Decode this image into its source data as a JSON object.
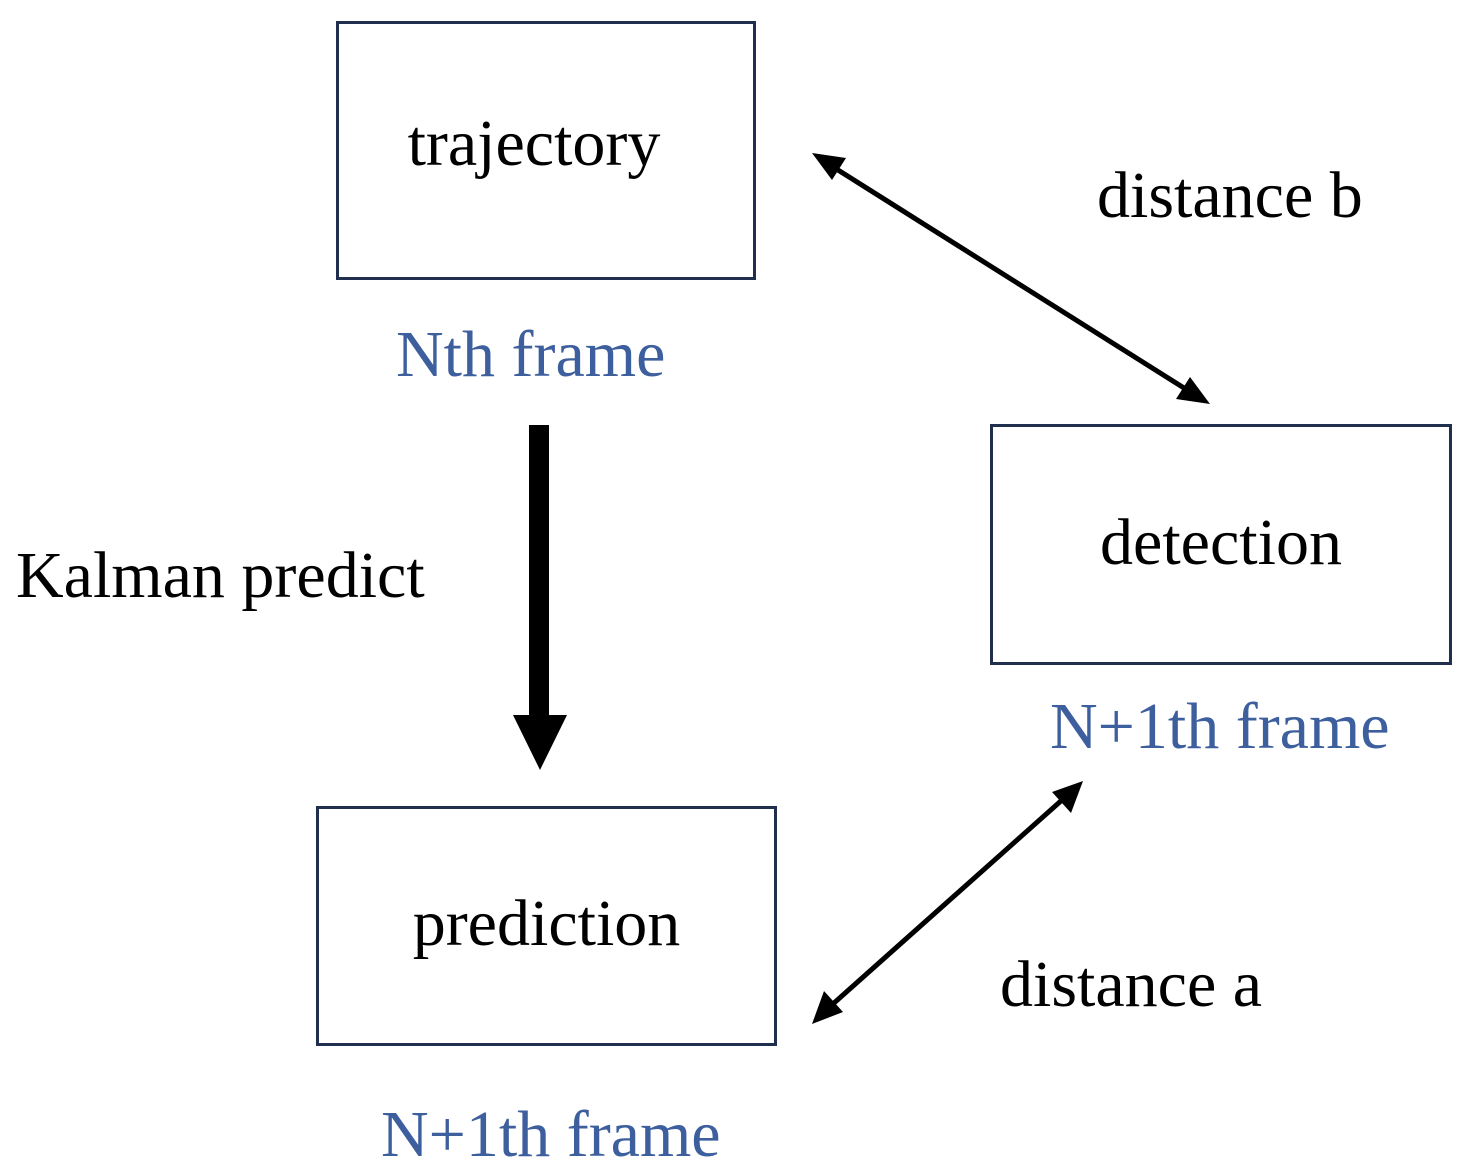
{
  "nodes": {
    "trajectory": {
      "label": "trajectory",
      "frame": "Nth frame"
    },
    "detection": {
      "label": "detection",
      "frame": "N+1th frame"
    },
    "prediction": {
      "label": "prediction",
      "frame": "N+1th frame"
    }
  },
  "edges": {
    "kalman": {
      "label": "Kalman predict"
    },
    "distance_b": {
      "label": "distance b"
    },
    "distance_a": {
      "label": "distance a"
    }
  },
  "colors": {
    "box_border": "#1f2f4d",
    "frame_text": "#3d5f9e",
    "text": "#000000",
    "arrow": "#000000"
  }
}
